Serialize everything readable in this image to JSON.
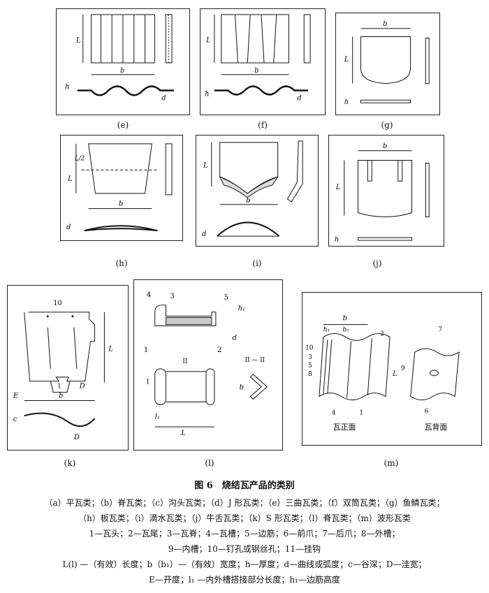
{
  "panel_labels": {
    "e": "(e)",
    "f": "(f)",
    "g": "(g)",
    "h": "(h)",
    "i": "(i)",
    "j": "(j)",
    "k": "(k)",
    "l": "(l)",
    "m": "(m)"
  },
  "dims": {
    "L": "L",
    "b": "b",
    "h": "h",
    "d": "d",
    "L2": "L/2",
    "D": "D",
    "E": "E",
    "c": "c",
    "b1": "b₁",
    "l1": "l₁",
    "h1": "h₁",
    "section": "II — II",
    "mark_I": "I",
    "mark_II": "II"
  },
  "numbers": [
    "1",
    "2",
    "3",
    "4",
    "5",
    "6",
    "7",
    "8",
    "9",
    "10"
  ],
  "m_labels": {
    "front": "瓦正面",
    "back": "瓦背面"
  },
  "caption": {
    "title": "图 6　烧结瓦产品的类别",
    "line1": "（a）平瓦类；（b）脊瓦类；（c）沟头瓦类；（d）J 形瓦类；（e）三曲瓦类；（f）双筒瓦类；（g）鱼鳞瓦类；",
    "line2": "（h）板瓦类；（i）滴水瓦类；（j）牛舌瓦类；（k）S 形瓦类；（l）脊瓦类；（m）波形瓦类",
    "line3": "1—瓦头；2—瓦尾；3—瓦脊；4—瓦槽；5—边筋；6—前爪；7—后爪；8—外槽；",
    "line4": "9—内槽；10—钉孔或钢丝孔；11—挂钩",
    "line5": "L(l) —（有效）长度；b（b₁）—（有效）宽度；h—厚度；d—曲线或弧度；c—谷深；D—洼宽；",
    "line6": "E—开度；l₁ —内外槽搭接部分长度；h₁—边筋高度"
  }
}
